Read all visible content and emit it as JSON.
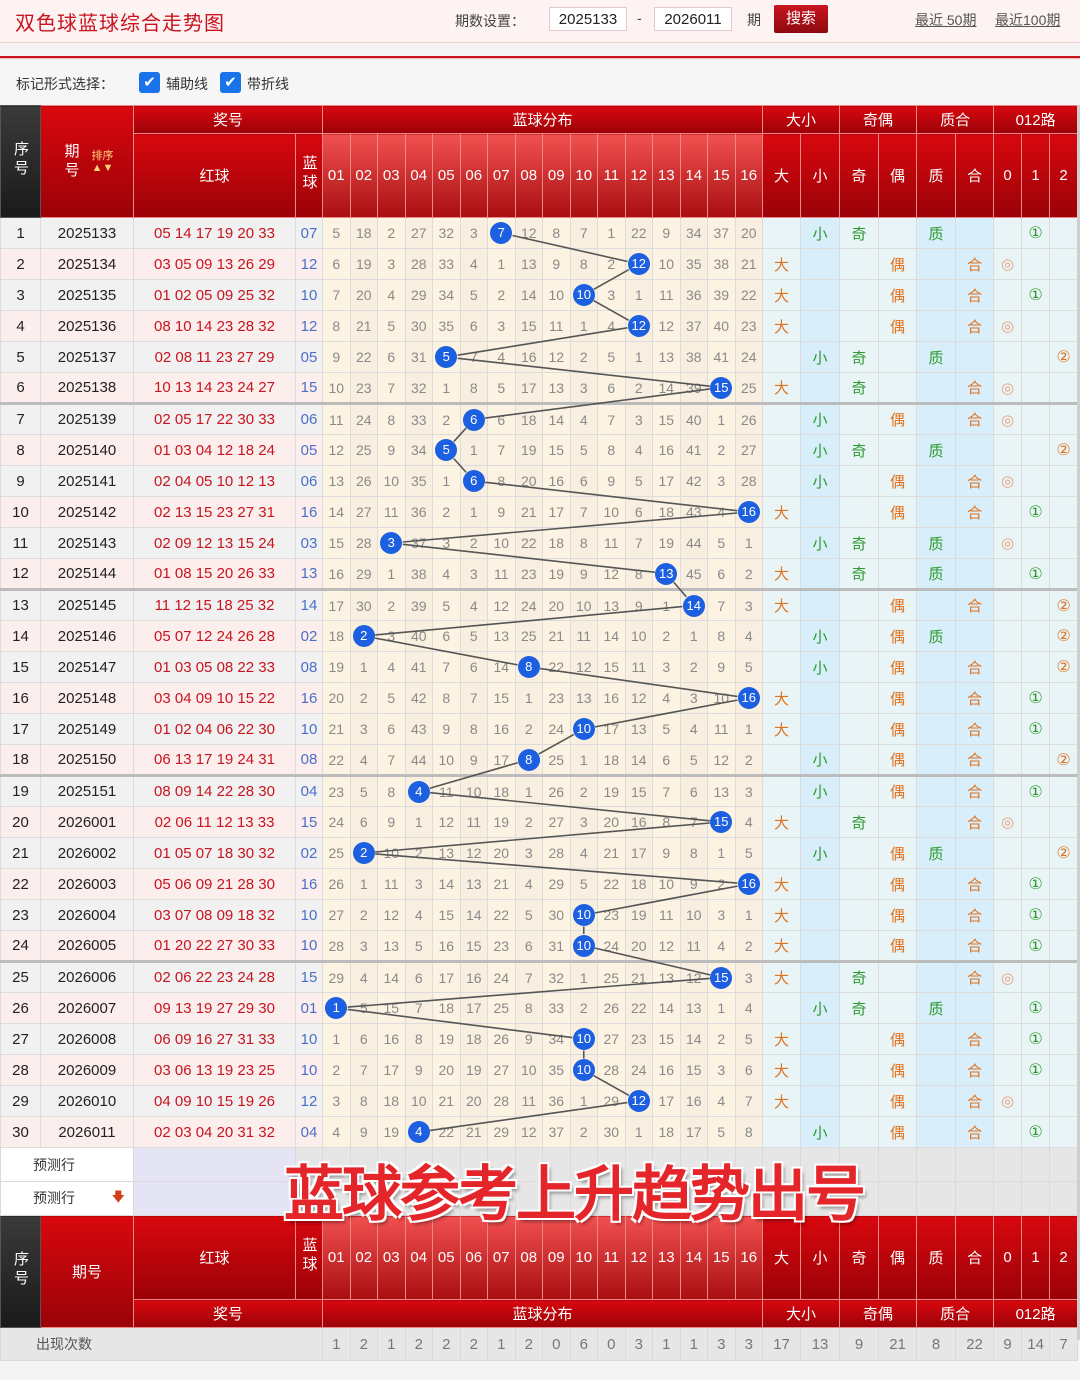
{
  "header": {
    "title": "双色球蓝球综合走势图",
    "period_label": "期数设置：",
    "from": "2025133",
    "dash": "-",
    "to": "2026011",
    "unit": "期",
    "search": "搜索",
    "recent50": "最近 50期",
    "recent100": "最近100期"
  },
  "options": {
    "label": "标记形式选择：",
    "aux_line": {
      "label": "辅助线",
      "checked": true
    },
    "polyline": {
      "label": "带折线",
      "checked": true
    },
    "check_mark": "✔"
  },
  "table_header": {
    "seq": "序号",
    "period": "期号",
    "sort": "排序",
    "sort_arrows": "▲▼",
    "prize": "奖号",
    "red": "红球",
    "blue": "蓝球",
    "dist": "蓝球分布",
    "size": "大小",
    "parity": "奇偶",
    "prime": "质合",
    "road": "012路",
    "nums": [
      "01",
      "02",
      "03",
      "04",
      "05",
      "06",
      "07",
      "08",
      "09",
      "10",
      "11",
      "12",
      "13",
      "14",
      "15",
      "16"
    ],
    "attrs": [
      "大",
      "小",
      "奇",
      "偶",
      "质",
      "合",
      "0",
      "1",
      "2"
    ]
  },
  "rows": [
    {
      "seq": "1",
      "period": "2025133",
      "red": "05 14 17 19 20 33",
      "blue": "07",
      "miss": [
        5,
        18,
        2,
        27,
        32,
        3,
        7,
        12,
        8,
        7,
        1,
        22,
        9,
        34,
        37,
        20
      ],
      "size": "小",
      "parity": "奇",
      "prime": "质",
      "road": "①"
    },
    {
      "seq": "2",
      "period": "2025134",
      "red": "03 05 09 13 26 29",
      "blue": "12",
      "miss": [
        6,
        19,
        3,
        28,
        33,
        4,
        1,
        13,
        9,
        8,
        2,
        12,
        10,
        35,
        38,
        21
      ],
      "size": "大",
      "parity": "偶",
      "prime": "合",
      "road": "◎"
    },
    {
      "seq": "3",
      "period": "2025135",
      "red": "01 02 05 09 25 32",
      "blue": "10",
      "miss": [
        7,
        20,
        4,
        29,
        34,
        5,
        2,
        14,
        10,
        10,
        3,
        1,
        11,
        36,
        39,
        22
      ],
      "size": "大",
      "parity": "偶",
      "prime": "合",
      "road": "①"
    },
    {
      "seq": "4",
      "period": "2025136",
      "red": "08 10 14 23 28 32",
      "blue": "12",
      "miss": [
        8,
        21,
        5,
        30,
        35,
        6,
        3,
        15,
        11,
        1,
        4,
        12,
        12,
        37,
        40,
        23
      ],
      "size": "大",
      "parity": "偶",
      "prime": "合",
      "road": "◎"
    },
    {
      "seq": "5",
      "period": "2025137",
      "red": "02 08 11 23 27 29",
      "blue": "05",
      "miss": [
        9,
        22,
        6,
        31,
        5,
        7,
        4,
        16,
        12,
        2,
        5,
        1,
        13,
        38,
        41,
        24
      ],
      "size": "小",
      "parity": "奇",
      "prime": "质",
      "road": "②"
    },
    {
      "seq": "6",
      "period": "2025138",
      "red": "10 13 14 23 24 27",
      "blue": "15",
      "miss": [
        10,
        23,
        7,
        32,
        1,
        8,
        5,
        17,
        13,
        3,
        6,
        2,
        14,
        39,
        15,
        25
      ],
      "size": "大",
      "parity": "奇",
      "prime": "合",
      "road": "◎"
    },
    {
      "seq": "7",
      "period": "2025139",
      "red": "02 05 17 22 30 33",
      "blue": "06",
      "miss": [
        11,
        24,
        8,
        33,
        2,
        6,
        6,
        18,
        14,
        4,
        7,
        3,
        15,
        40,
        1,
        26
      ],
      "size": "小",
      "parity": "偶",
      "prime": "合",
      "road": "◎"
    },
    {
      "seq": "8",
      "period": "2025140",
      "red": "01 03 04 12 18 24",
      "blue": "05",
      "miss": [
        12,
        25,
        9,
        34,
        5,
        1,
        7,
        19,
        15,
        5,
        8,
        4,
        16,
        41,
        2,
        27
      ],
      "size": "小",
      "parity": "奇",
      "prime": "质",
      "road": "②"
    },
    {
      "seq": "9",
      "period": "2025141",
      "red": "02 04 05 10 12 13",
      "blue": "06",
      "miss": [
        13,
        26,
        10,
        35,
        1,
        6,
        8,
        20,
        16,
        6,
        9,
        5,
        17,
        42,
        3,
        28
      ],
      "size": "小",
      "parity": "偶",
      "prime": "合",
      "road": "◎"
    },
    {
      "seq": "10",
      "period": "2025142",
      "red": "02 13 15 23 27 31",
      "blue": "16",
      "miss": [
        14,
        27,
        11,
        36,
        2,
        1,
        9,
        21,
        17,
        7,
        10,
        6,
        18,
        43,
        4,
        16
      ],
      "size": "大",
      "parity": "偶",
      "prime": "合",
      "road": "①"
    },
    {
      "seq": "11",
      "period": "2025143",
      "red": "02 09 12 13 15 24",
      "blue": "03",
      "miss": [
        15,
        28,
        3,
        37,
        3,
        2,
        10,
        22,
        18,
        8,
        11,
        7,
        19,
        44,
        5,
        1
      ],
      "size": "小",
      "parity": "奇",
      "prime": "质",
      "road": "◎"
    },
    {
      "seq": "12",
      "period": "2025144",
      "red": "01 08 15 20 26 33",
      "blue": "13",
      "miss": [
        16,
        29,
        1,
        38,
        4,
        3,
        11,
        23,
        19,
        9,
        12,
        8,
        13,
        45,
        6,
        2
      ],
      "size": "大",
      "parity": "奇",
      "prime": "质",
      "road": "①"
    },
    {
      "seq": "13",
      "period": "2025145",
      "red": "11 12 15 18 25 32",
      "blue": "14",
      "miss": [
        17,
        30,
        2,
        39,
        5,
        4,
        12,
        24,
        20,
        10,
        13,
        9,
        1,
        14,
        7,
        3
      ],
      "size": "大",
      "parity": "偶",
      "prime": "合",
      "road": "②"
    },
    {
      "seq": "14",
      "period": "2025146",
      "red": "05 07 12 24 26 28",
      "blue": "02",
      "miss": [
        18,
        2,
        3,
        40,
        6,
        5,
        13,
        25,
        21,
        11,
        14,
        10,
        2,
        1,
        8,
        4
      ],
      "size": "小",
      "parity": "偶",
      "prime": "质",
      "road": "②"
    },
    {
      "seq": "15",
      "period": "2025147",
      "red": "01 03 05 08 22 33",
      "blue": "08",
      "miss": [
        19,
        1,
        4,
        41,
        7,
        6,
        14,
        8,
        22,
        12,
        15,
        11,
        3,
        2,
        9,
        5
      ],
      "size": "小",
      "parity": "偶",
      "prime": "合",
      "road": "②"
    },
    {
      "seq": "16",
      "period": "2025148",
      "red": "03 04 09 10 15 22",
      "blue": "16",
      "miss": [
        20,
        2,
        5,
        42,
        8,
        7,
        15,
        1,
        23,
        13,
        16,
        12,
        4,
        3,
        10,
        16
      ],
      "size": "大",
      "parity": "偶",
      "prime": "合",
      "road": "①"
    },
    {
      "seq": "17",
      "period": "2025149",
      "red": "01 02 04 06 22 30",
      "blue": "10",
      "miss": [
        21,
        3,
        6,
        43,
        9,
        8,
        16,
        2,
        24,
        10,
        17,
        13,
        5,
        4,
        11,
        1
      ],
      "size": "大",
      "parity": "偶",
      "prime": "合",
      "road": "①"
    },
    {
      "seq": "18",
      "period": "2025150",
      "red": "06 13 17 19 24 31",
      "blue": "08",
      "miss": [
        22,
        4,
        7,
        44,
        10,
        9,
        17,
        8,
        25,
        1,
        18,
        14,
        6,
        5,
        12,
        2
      ],
      "size": "小",
      "parity": "偶",
      "prime": "合",
      "road": "②"
    },
    {
      "seq": "19",
      "period": "2025151",
      "red": "08 09 14 22 28 30",
      "blue": "04",
      "miss": [
        23,
        5,
        8,
        4,
        11,
        10,
        18,
        1,
        26,
        2,
        19,
        15,
        7,
        6,
        13,
        3
      ],
      "size": "小",
      "parity": "偶",
      "prime": "合",
      "road": "①"
    },
    {
      "seq": "20",
      "period": "2026001",
      "red": "02 06 11 12 13 33",
      "blue": "15",
      "miss": [
        24,
        6,
        9,
        1,
        12,
        11,
        19,
        2,
        27,
        3,
        20,
        16,
        8,
        7,
        15,
        4
      ],
      "size": "大",
      "parity": "奇",
      "prime": "合",
      "road": "◎"
    },
    {
      "seq": "21",
      "period": "2026002",
      "red": "01 05 07 18 30 32",
      "blue": "02",
      "miss": [
        25,
        2,
        10,
        2,
        13,
        12,
        20,
        3,
        28,
        4,
        21,
        17,
        9,
        8,
        1,
        5
      ],
      "size": "小",
      "parity": "偶",
      "prime": "质",
      "road": "②"
    },
    {
      "seq": "22",
      "period": "2026003",
      "red": "05 06 09 21 28 30",
      "blue": "16",
      "miss": [
        26,
        1,
        11,
        3,
        14,
        13,
        21,
        4,
        29,
        5,
        22,
        18,
        10,
        9,
        2,
        16
      ],
      "size": "大",
      "parity": "偶",
      "prime": "合",
      "road": "①"
    },
    {
      "seq": "23",
      "period": "2026004",
      "red": "03 07 08 09 18 32",
      "blue": "10",
      "miss": [
        27,
        2,
        12,
        4,
        15,
        14,
        22,
        5,
        30,
        10,
        23,
        19,
        11,
        10,
        3,
        1
      ],
      "size": "大",
      "parity": "偶",
      "prime": "合",
      "road": "①"
    },
    {
      "seq": "24",
      "period": "2026005",
      "red": "01 20 22 27 30 33",
      "blue": "10",
      "miss": [
        28,
        3,
        13,
        5,
        16,
        15,
        23,
        6,
        31,
        10,
        24,
        20,
        12,
        11,
        4,
        2
      ],
      "size": "大",
      "parity": "偶",
      "prime": "合",
      "road": "①"
    },
    {
      "seq": "25",
      "period": "2026006",
      "red": "02 06 22 23 24 28",
      "blue": "15",
      "miss": [
        29,
        4,
        14,
        6,
        17,
        16,
        24,
        7,
        32,
        1,
        25,
        21,
        13,
        12,
        15,
        3
      ],
      "size": "大",
      "parity": "奇",
      "prime": "合",
      "road": "◎"
    },
    {
      "seq": "26",
      "period": "2026007",
      "red": "09 13 19 27 29 30",
      "blue": "01",
      "miss": [
        1,
        5,
        15,
        7,
        18,
        17,
        25,
        8,
        33,
        2,
        26,
        22,
        14,
        13,
        1,
        4
      ],
      "size": "小",
      "parity": "奇",
      "prime": "质",
      "road": "①"
    },
    {
      "seq": "27",
      "period": "2026008",
      "red": "06 09 16 27 31 33",
      "blue": "10",
      "miss": [
        1,
        6,
        16,
        8,
        19,
        18,
        26,
        9,
        34,
        10,
        27,
        23,
        15,
        14,
        2,
        5
      ],
      "size": "大",
      "parity": "偶",
      "prime": "合",
      "road": "①"
    },
    {
      "seq": "28",
      "period": "2026009",
      "red": "03 06 13 19 23 25",
      "blue": "10",
      "miss": [
        2,
        7,
        17,
        9,
        20,
        19,
        27,
        10,
        35,
        10,
        28,
        24,
        16,
        15,
        3,
        6
      ],
      "size": "大",
      "parity": "偶",
      "prime": "合",
      "road": "①"
    },
    {
      "seq": "29",
      "period": "2026010",
      "red": "04 09 10 15 19 26",
      "blue": "12",
      "miss": [
        3,
        8,
        18,
        10,
        21,
        20,
        28,
        11,
        36,
        1,
        29,
        12,
        17,
        16,
        4,
        7
      ],
      "size": "大",
      "parity": "偶",
      "prime": "合",
      "road": "◎"
    },
    {
      "seq": "30",
      "period": "2026011",
      "red": "02 03 04 20 31 32",
      "blue": "04",
      "miss": [
        4,
        9,
        19,
        4,
        22,
        21,
        29,
        12,
        37,
        2,
        30,
        1,
        18,
        17,
        5,
        8
      ],
      "size": "小",
      "parity": "偶",
      "prime": "合",
      "road": "①"
    }
  ],
  "predict_rows": [
    {
      "label": "预测行"
    },
    {
      "label": "预测行",
      "arrow": "🡇"
    }
  ],
  "counts": {
    "label": "出现次数",
    "values": [
      "1",
      "2",
      "1",
      "2",
      "2",
      "2",
      "1",
      "2",
      "0",
      "6",
      "0",
      "3",
      "1",
      "1",
      "3",
      "3",
      "17",
      "13",
      "9",
      "21",
      "8",
      "22",
      "9",
      "14",
      "7"
    ]
  },
  "overlay_text": "蓝球参考上升趋势出号",
  "colors": {
    "brand_red": "#c8141e",
    "ball_blue": "#1c5fe0",
    "trend_line": "#555555",
    "big_even_composite": "#e0731e",
    "small_odd_prime": "#2d9a2d"
  }
}
